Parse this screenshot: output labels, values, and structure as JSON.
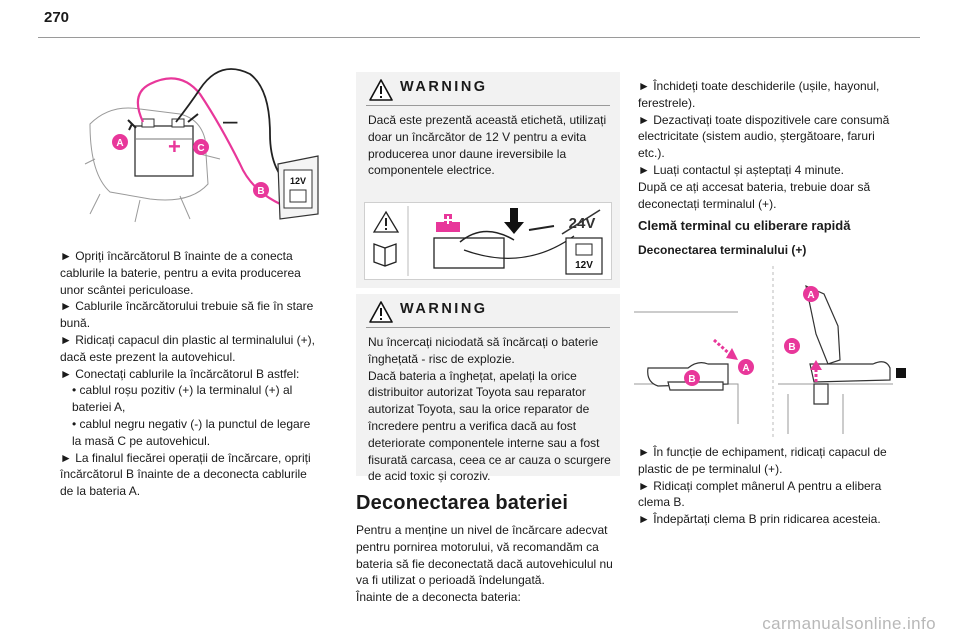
{
  "page": {
    "number": "270",
    "footer": "carmanualsonline.info"
  },
  "col1": {
    "figure_labels": {
      "a": "A",
      "b": "B",
      "c": "C",
      "v12": "12V"
    },
    "lines": [
      "► Opriți încărcătorul B înainte de a conecta",
      "cablurile la baterie, pentru a evita producerea",
      "unor scântei periculoase.",
      "► Cablurile încărcătorului trebuie să fie în stare",
      "bună.",
      "► Ridicați capacul din plastic al terminalului (+),",
      "dacă este prezent la autovehicul.",
      "► Conectați cablurile la încărcătorul B astfel:",
      "• cablul roșu pozitiv (+) la terminalul (+) al",
      "bateriei A,",
      "• cablul negru negativ (-) la punctul de legare",
      "la masă C pe autovehicul.",
      "► La finalul fiecărei operații de încărcare, opriți",
      "încărcătorul B înainte de a deconecta cablurile",
      "de la bateria A."
    ]
  },
  "warning1": {
    "title": "WARNING",
    "lines": [
      "Dacă este prezentă această etichetă, utilizați",
      "doar un încărcător de 12 V pentru a evita",
      "producerea unor daune ireversibile la",
      "componentele electrice."
    ],
    "label_24v": "24V",
    "label_12v": "12V"
  },
  "warning2": {
    "title": "WARNING",
    "lines": [
      "Nu încercați niciodată să încărcați o baterie",
      "înghețată - risc de explozie.",
      "Dacă bateria a înghețat, apelați la orice",
      "distribuitor autorizat Toyota sau reparator",
      "autorizat Toyota, sau la orice reparator de",
      "încredere pentru a verifica dacă au fost",
      "deteriorate componentele interne sau a fost",
      "fisurată carcasa, ceea ce ar cauza o scurgere",
      "de acid toxic și coroziv."
    ]
  },
  "section": {
    "title": "Deconectarea bateriei",
    "lines": [
      "Pentru a menține un nivel de încărcare adecvat",
      "pentru pornirea motorului, vă recomandăm ca",
      "bateria să fie deconectată dacă autovehiculul nu",
      "va fi utilizat o perioadă îndelungată.",
      "Înainte de a deconecta bateria:"
    ]
  },
  "col3": {
    "lines_top": [
      "► Închideți toate deschiderile (ușile, hayonul,",
      "ferestrele).",
      "► Dezactivați toate dispozitivele care consumă",
      "electricitate (sistem audio, ștergătoare, faruri",
      "etc.).",
      "► Luați contactul și așteptați 4 minute.",
      "După ce ați accesat bateria, trebuie doar să",
      "deconectați terminalul (+)."
    ],
    "heading": "Clemă terminal cu eliberare rapidă",
    "subheading": "Deconectarea terminalului (+)",
    "figure_labels": {
      "a1": "A",
      "a2": "A",
      "b1": "B",
      "b2": "B"
    },
    "lines_bottom": [
      "► În funcție de echipament, ridicați capacul de",
      "plastic de pe terminalul (+).",
      "► Ridicați complet mânerul A pentru a elibera",
      "clema B.",
      "► Îndepărtați clema B prin ridicarea acesteia."
    ]
  },
  "colors": {
    "accent_pink": "#e8379a",
    "warning_bg": "#f2f2f2",
    "footer_gray": "#b8b8b8"
  }
}
